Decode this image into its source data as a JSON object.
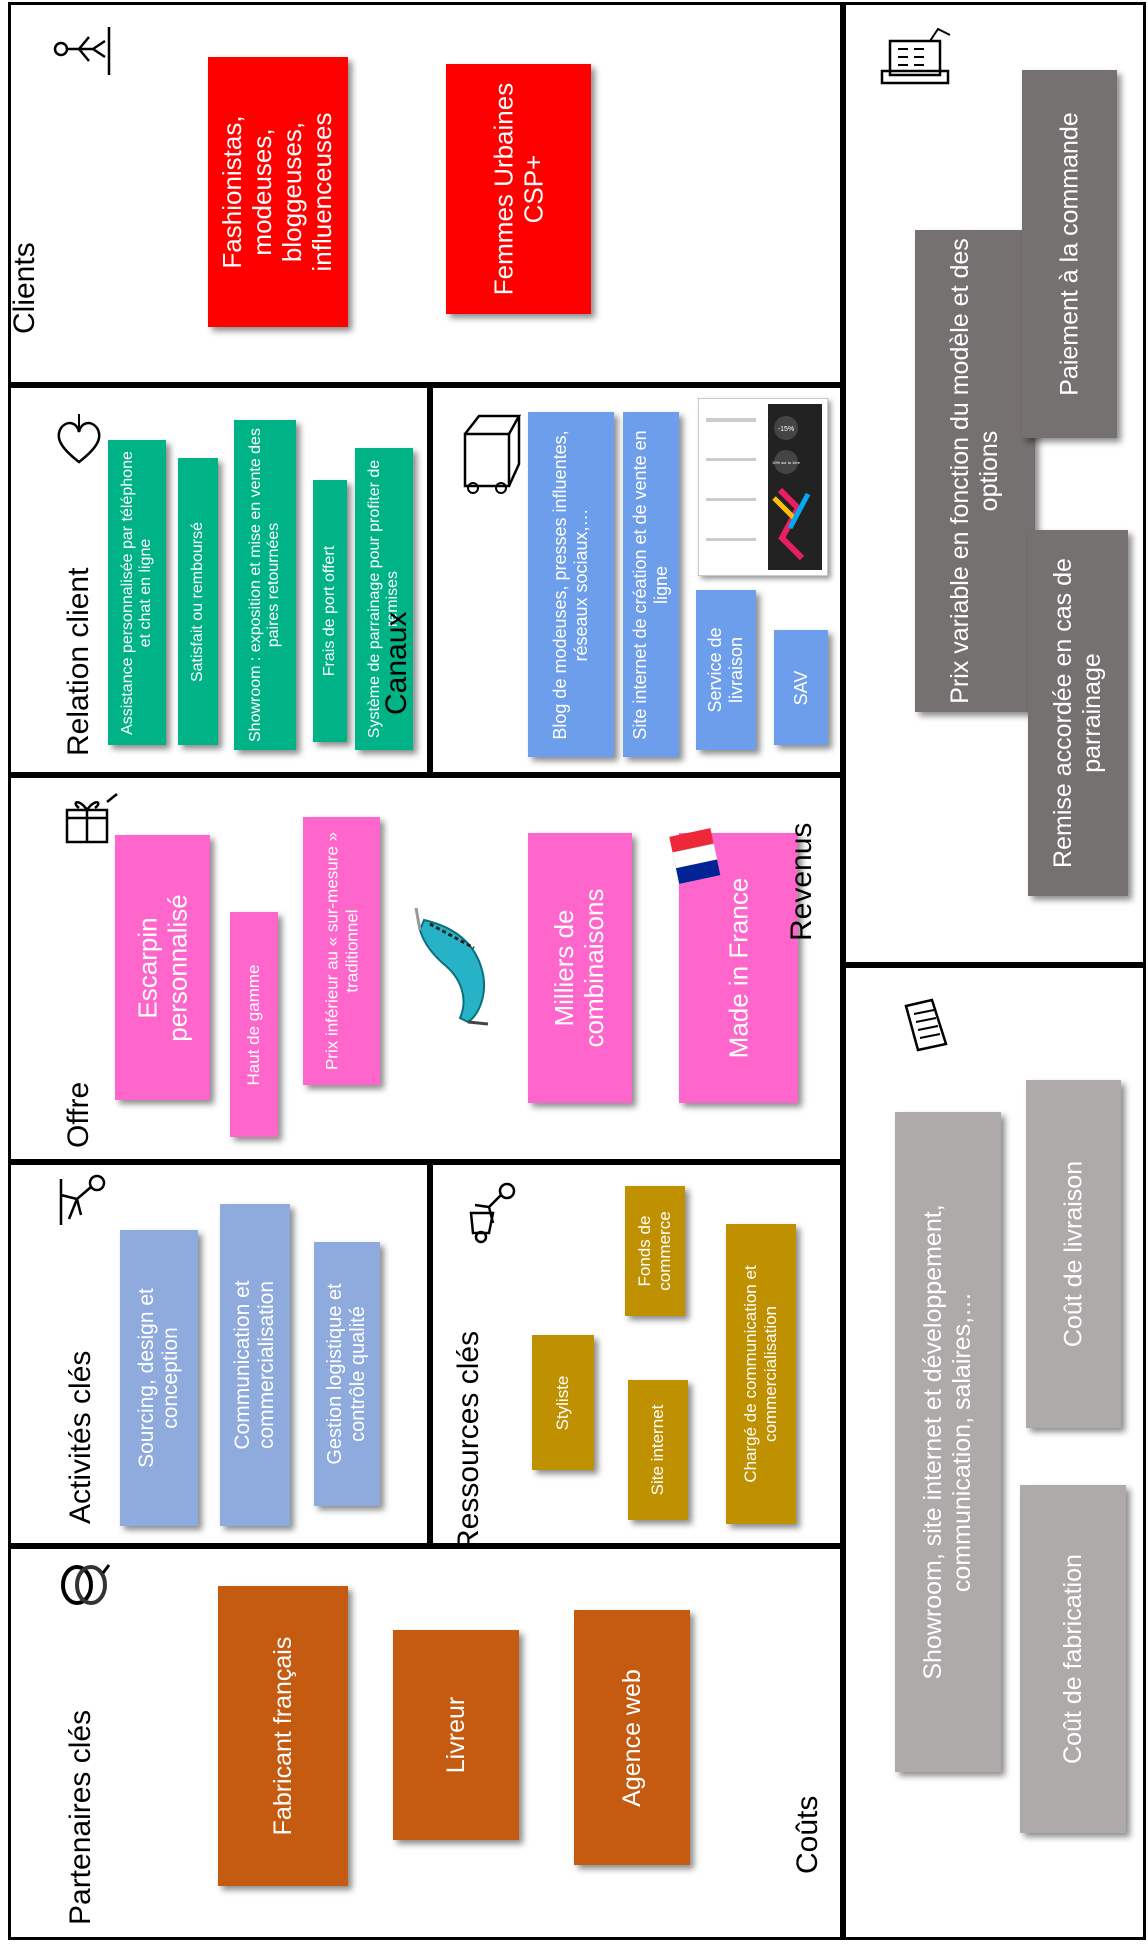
{
  "sections": {
    "partenaires": {
      "title": "Partenaires clés",
      "items": [
        "Fabricant français",
        "Livreur",
        "Agence web"
      ]
    },
    "activites": {
      "title": "Activités clés",
      "items": [
        "Sourcing, design et conception",
        "Communication et commercialisation",
        "Gestion logistique et contrôle qualité"
      ]
    },
    "ressources": {
      "title": "Ressources  clés",
      "items": [
        "Styliste",
        "Site internet",
        "Fonds de commerce",
        "Chargé de communication et commercialisation"
      ]
    },
    "offre": {
      "title": "Offre",
      "items": [
        "Escarpin personnalisé",
        "Haut de gamme",
        "Prix inférieur au « sur-mesure » traditionnel",
        "Milliers de combinaisons",
        "Made in France"
      ]
    },
    "relation": {
      "title": "Relation client",
      "items": [
        "Assistance personnalisée par téléphone et chat en ligne",
        "Satisfait ou remboursé",
        "Showroom : exposition et mise en vente des paires retournées",
        "Frais de port offert",
        "Système de parrainage pour profiter de remises"
      ]
    },
    "canaux": {
      "title": "Canaux",
      "items": [
        "Blog de modeuses, presses influentes, réseaux sociaux,…",
        "Site internet de création et de vente en ligne",
        "Service de livraison",
        "SAV"
      ]
    },
    "clients": {
      "title": "Clients",
      "items": [
        "Fashionistas, modeuses, bloggeuses, influenceuses",
        "Femmes Urbaines CSP+"
      ]
    },
    "couts": {
      "title": "Coûts",
      "items": [
        "Showroom, site internet et développement, communication, salaires,…",
        "Coût de fabrication",
        "Coût de livraison"
      ]
    },
    "revenus": {
      "title": "Revenus",
      "items": [
        "Prix variable en fonction du modèle et des options",
        "Remise accordée en cas de parrainage",
        "Paiement à la commande"
      ]
    }
  },
  "icons": {
    "partenaires": "rings-icon",
    "activites": "worker-icon",
    "ressources": "worker-with-wheelbarrow-icon",
    "offre": "gift-icon",
    "relation": "heart-icon",
    "canaux": "truck-icon",
    "clients": "person-icon",
    "couts": "receipt-icon",
    "revenus": "cash-register-icon"
  },
  "website_screenshot": {
    "promo_badge_1": "-15%",
    "promo_badge_2": "10% sur la 1ère"
  },
  "colors": {
    "partenaires": "#c55a11",
    "activites": "#8faadc",
    "ressources": "#bf9000",
    "offre": "#ff66cc",
    "relation": "#00b386",
    "canaux": "#6d9eeb",
    "clients": "#ff0000",
    "couts": "#aeaaaa",
    "revenus": "#767171"
  }
}
